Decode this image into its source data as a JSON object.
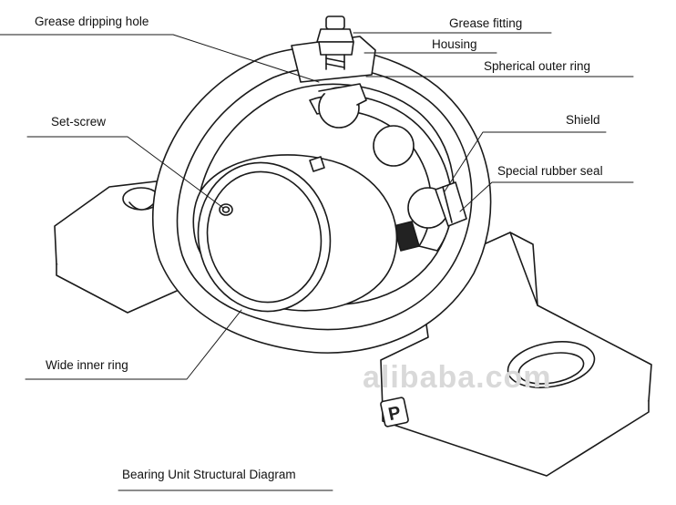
{
  "diagram": {
    "caption": "Bearing Unit Structural Diagram",
    "labels": [
      {
        "id": "grease-dripping-hole",
        "text": "Grease dripping hole"
      },
      {
        "id": "grease-fitting",
        "text": "Grease fitting"
      },
      {
        "id": "housing",
        "text": "Housing"
      },
      {
        "id": "spherical-outer-ring",
        "text": "Spherical outer ring"
      },
      {
        "id": "set-screw",
        "text": "Set-screw"
      },
      {
        "id": "shield",
        "text": "Shield"
      },
      {
        "id": "special-rubber-seal",
        "text": "Special rubber seal"
      },
      {
        "id": "wide-inner-ring",
        "text": "Wide inner ring"
      }
    ],
    "watermark": "alibaba.com",
    "housing_mark": "P"
  }
}
